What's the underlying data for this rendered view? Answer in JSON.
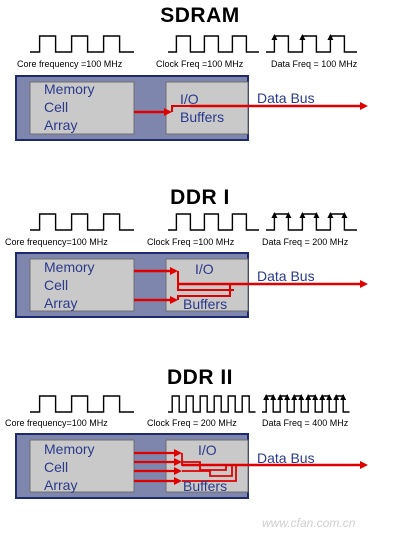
{
  "colors": {
    "panel_fill": "#7f86ad",
    "panel_border": "#1f2a6e",
    "inner_box_fill": "#c9c9c9",
    "text_blue": "#2b3a8c",
    "arrow_red": "#e00000"
  },
  "sections": [
    {
      "title": "SDRAM",
      "core_label": "Core frequency =100 MHz",
      "clock_label": "Clock Freq =100 MHz",
      "data_label": "Data Freq = 100 MHz",
      "memory_lines": [
        "Memory",
        "Cell",
        "Array"
      ],
      "io_lines": [
        "I/O",
        "Buffers"
      ],
      "bus_label": "Data Bus"
    },
    {
      "title": "DDR I",
      "core_label": "Core frequency=100 MHz",
      "clock_label": "Clock Freq =100 MHz",
      "data_label": "Data Freq = 200 MHz",
      "memory_lines": [
        "Memory",
        "Cell",
        "Array"
      ],
      "io_lines": [
        "I/O",
        "Buffers"
      ],
      "bus_label": "Data Bus"
    },
    {
      "title": "DDR II",
      "core_label": "Core frequency=100 MHz",
      "clock_label": "Clock Freq = 200 MHz",
      "data_label": "Data Freq = 400 MHz",
      "memory_lines": [
        "Memory",
        "Cell",
        "Array"
      ],
      "io_lines": [
        "I/O",
        "Buffers"
      ],
      "bus_label": "Data Bus"
    }
  ],
  "watermark": "www.cfan.com.cn"
}
